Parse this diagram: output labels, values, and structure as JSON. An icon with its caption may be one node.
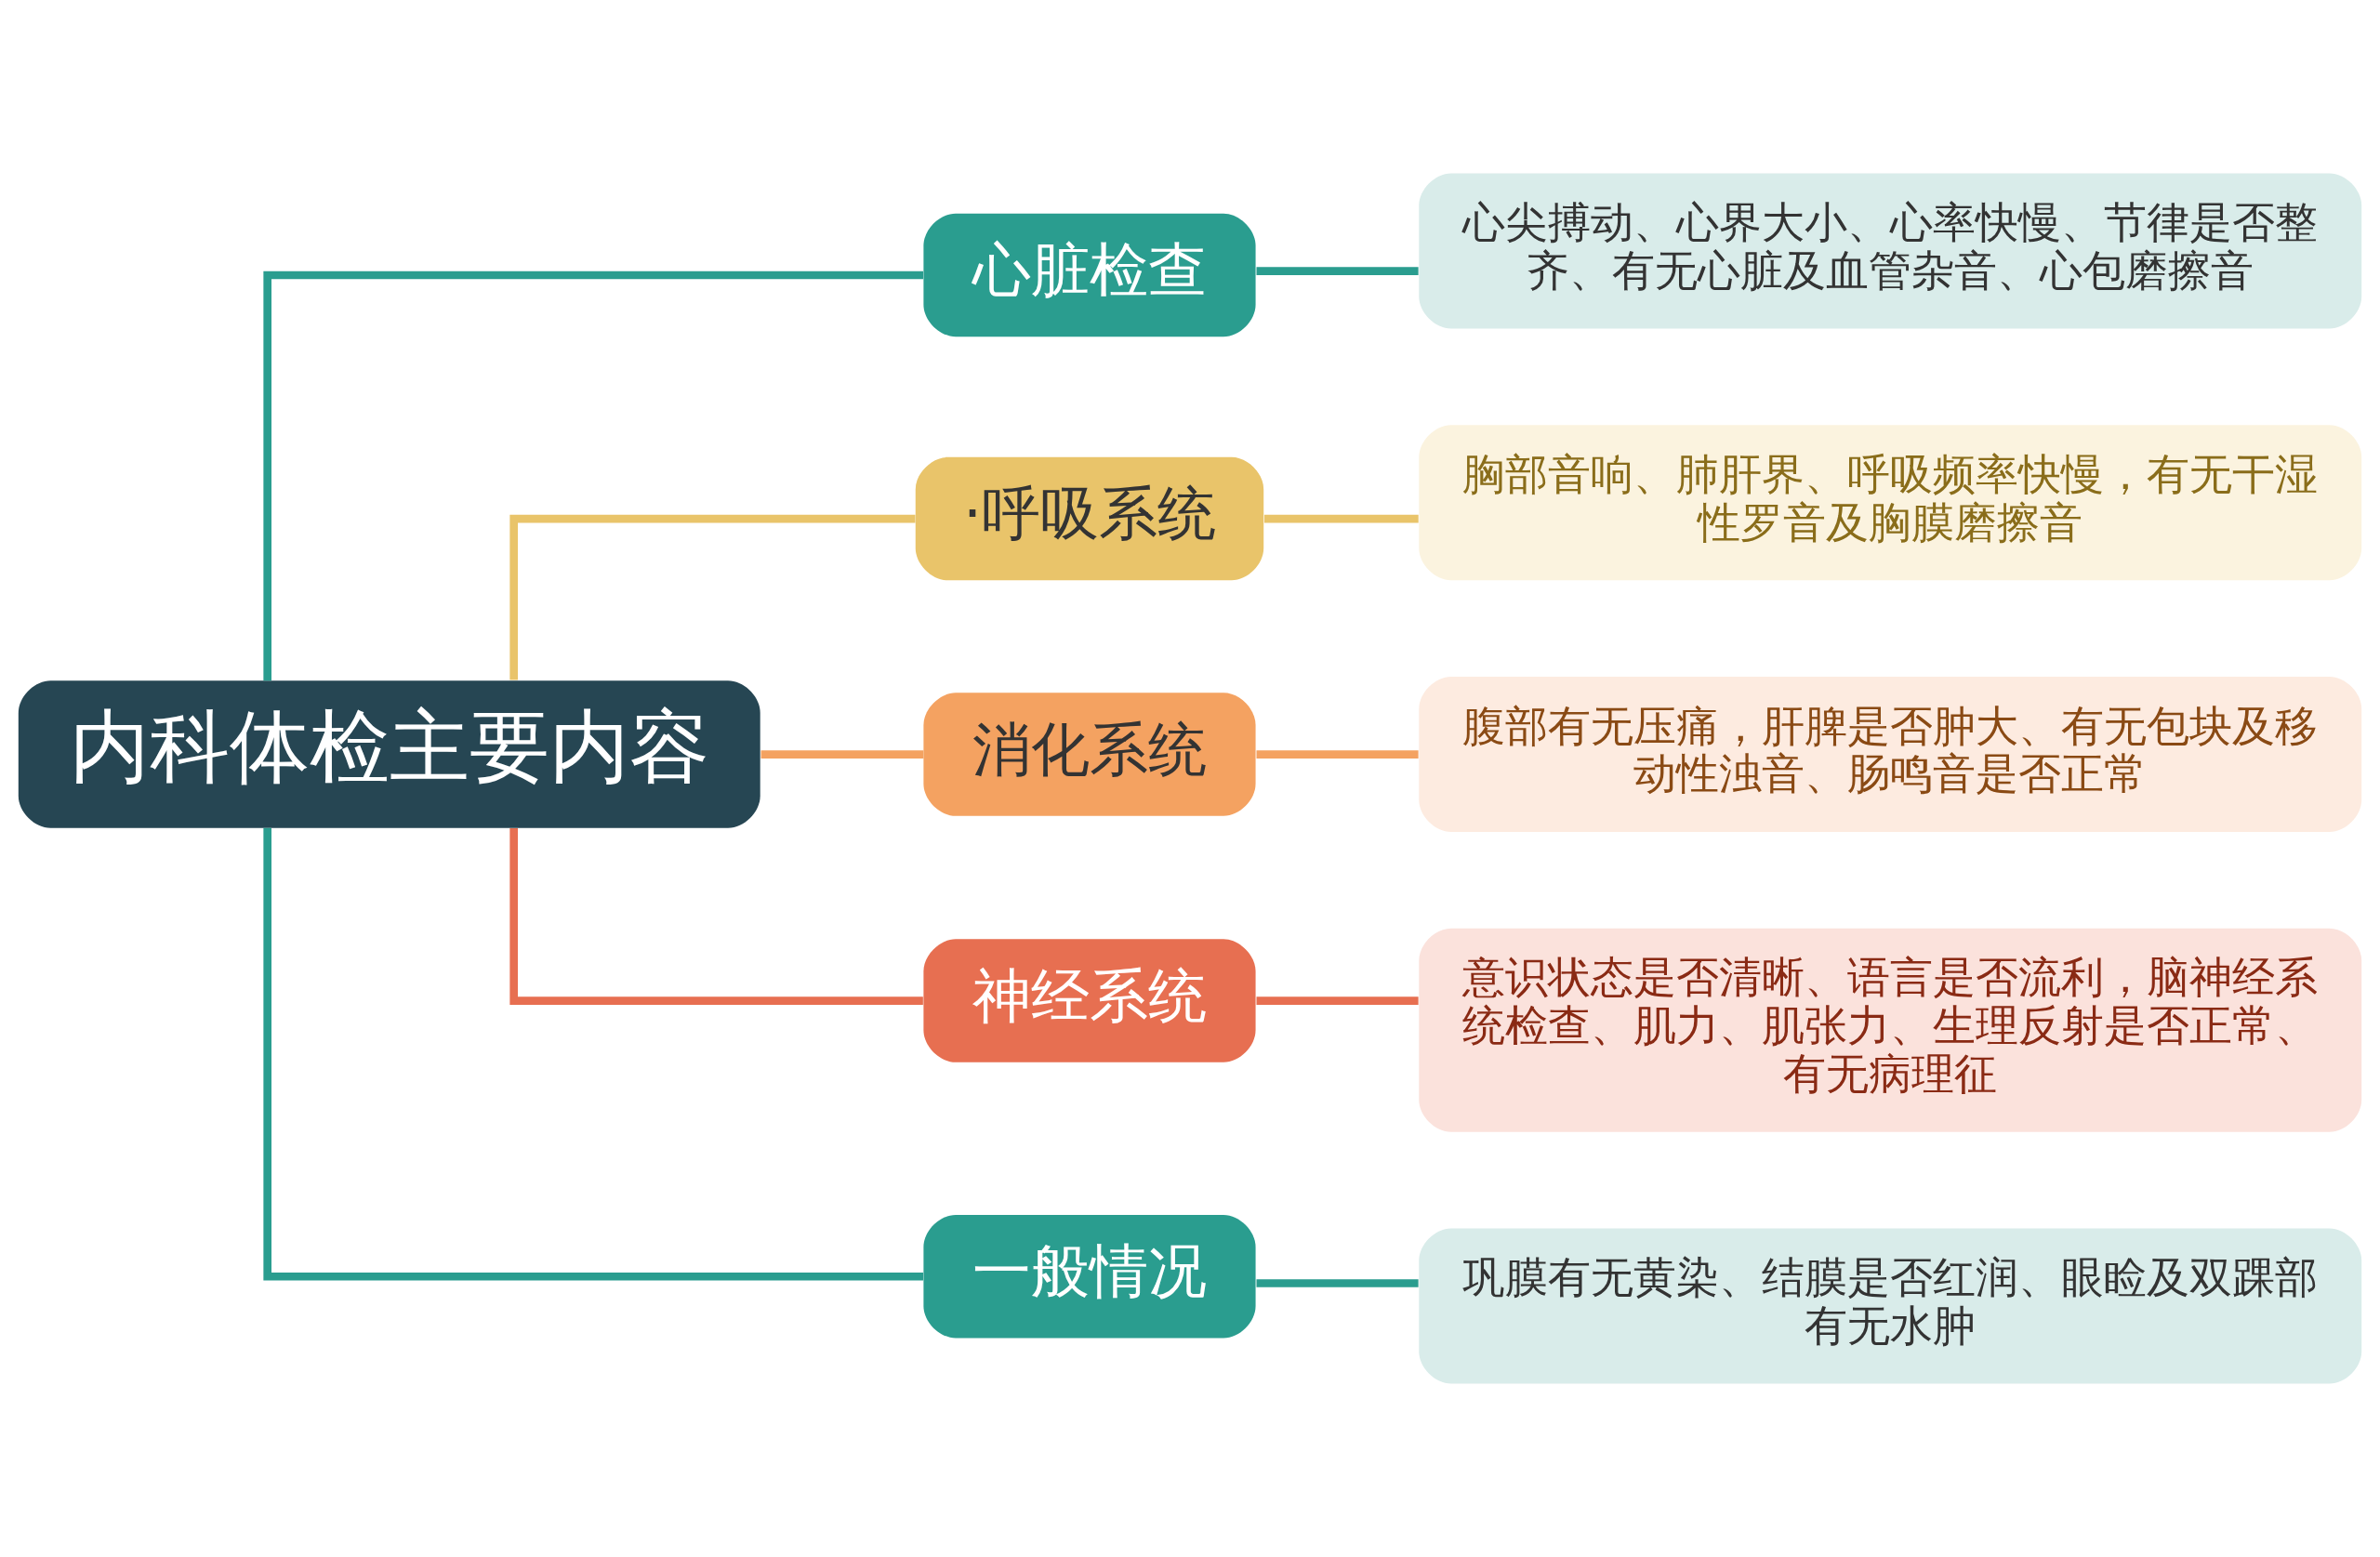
{
  "diagram": {
    "nodes": [
      {
        "text": [
          "内科体检主要内容"
        ]
      },
      {
        "text": [
          "心脏检查"
        ]
      },
      {
        "text": [
          "心尖搏动、心界大小、心率快慢、节律是否整齐、有无心脏及血管杂音、心包磨擦音"
        ]
      },
      {
        "text": [
          "·呼吸系统"
        ]
      },
      {
        "text": [
          "胸部音响、肺肝界、呼吸频率快慢，有无干湿性罗音及胸膜磨擦音"
        ]
      },
      {
        "text": [
          "消化系统"
        ]
      },
      {
        "text": [
          "腹部有无压痛，肝脾是否肿大、有无包块及移动性浊音、肠鸣音是否正常"
        ]
      },
      {
        "text": [
          "神经系统"
        ]
      },
      {
        "text": [
          "意识状态是否清晰、语言是否流利，脑神经系统检查、肌力、肌张力、生理反射是否正常、有无病理征"
        ]
      },
      {
        "text": [
          "一般情况"
        ]
      },
      {
        "text": [
          "巩膜有无黄染、结膜是否红润、眼睑及双踝部有无水肿"
        ]
      }
    ],
    "edges": [
      {
        "from": 0,
        "to": 1,
        "arrow": "none"
      },
      {
        "from": 1,
        "to": 2,
        "arrow": "none"
      },
      {
        "from": 0,
        "to": 3,
        "arrow": "none",
        "color": "#e9c46a"
      },
      {
        "from": 3,
        "to": 4,
        "arrow": "none",
        "color": "#e9c46a"
      },
      {
        "from": 0,
        "to": 5,
        "arrow": "none",
        "color": "#f4a261"
      },
      {
        "from": 5,
        "to": 6,
        "arrow": "none",
        "color": "#f4a261"
      },
      {
        "from": 0,
        "to": 7,
        "arrow": "none",
        "color": "#e76f51"
      },
      {
        "from": 7,
        "to": 8,
        "arrow": "none",
        "color": "#e76f51"
      },
      {
        "from": 0,
        "to": 9,
        "arrow": "none"
      },
      {
        "from": 9,
        "to": 10,
        "arrow": "none"
      }
    ]
  }
}
